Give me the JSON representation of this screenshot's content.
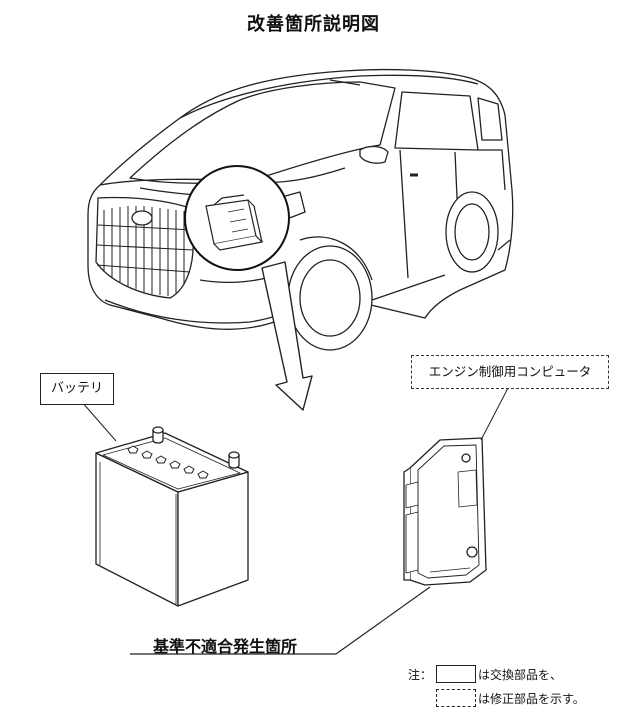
{
  "title": "改善箇所説明図",
  "labels": {
    "battery": "バッテリ",
    "ecu": "エンジン制御用コンピュータ",
    "defect_location": "基準不適合発生箇所"
  },
  "legend": {
    "prefix": "注：",
    "replaced": "は交換部品を、",
    "corrected": "は修正部品を示す。"
  },
  "colors": {
    "line": "#222222",
    "background": "#ffffff"
  }
}
